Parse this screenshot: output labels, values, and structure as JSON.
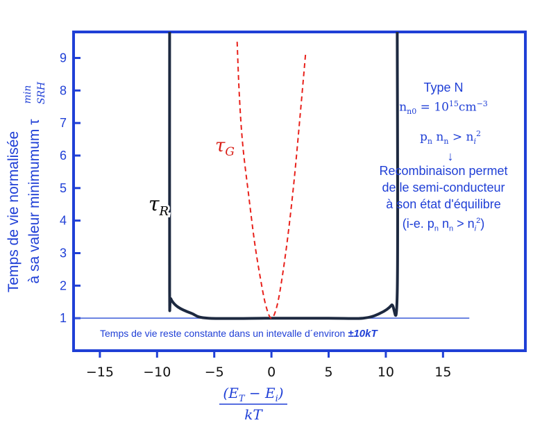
{
  "chart_data": {
    "type": "line",
    "title": "",
    "ylabel_line1": "Temps de vie normalisée",
    "ylabel_line2": "à sa valeur minimumum τ",
    "ylabel_sup": "min",
    "ylabel_sub": "SRH",
    "xlabel_num": "(E",
    "xlabel_num_sub1": "T",
    "xlabel_num_mid": " − E",
    "xlabel_num_sub2": "i",
    "xlabel_num_end": ")",
    "xlabel_den": "kT",
    "xticks": [
      "−15",
      "−10",
      "−5",
      "0",
      "5",
      "10",
      "15"
    ],
    "xtick_values": [
      -15,
      -10,
      -5,
      0,
      5,
      10,
      15
    ],
    "yticks": [
      "1",
      "2",
      "3",
      "4",
      "5",
      "6",
      "7",
      "8",
      "9"
    ],
    "ytick_values": [
      1,
      2,
      3,
      4,
      5,
      6,
      7,
      8,
      9
    ],
    "xlim": [
      -17.3,
      22.2
    ],
    "ylim": [
      0,
      9.8
    ],
    "series": [
      {
        "name": "τR",
        "style": "solid",
        "color": "#1d2940",
        "x": [
          -8.9,
          -8.9,
          -8.8,
          -8.2,
          -7.0,
          -5.5,
          0,
          5,
          8.0,
          9.5,
          10.5,
          11.0,
          11.0
        ],
        "y": [
          9.8,
          1.9,
          1.6,
          1.35,
          1.15,
          1.0,
          1.0,
          1.0,
          1.0,
          1.15,
          1.4,
          1.8,
          9.8
        ]
      },
      {
        "name": "τG",
        "style": "dashed",
        "color": "#e8201a",
        "x": [
          -3.0,
          -2.8,
          -2.5,
          -2.0,
          -1.5,
          -1.0,
          -0.5,
          0.0,
          0.5,
          1.0,
          1.5,
          2.0,
          2.5,
          3.0
        ],
        "y": [
          9.5,
          7.8,
          6.3,
          4.8,
          3.4,
          2.3,
          1.4,
          1.0,
          1.4,
          2.4,
          3.7,
          5.3,
          7.2,
          9.2
        ]
      }
    ],
    "reference_line": {
      "y": 1,
      "color": "#3b5bd8"
    },
    "series_labels": {
      "tau_r": "τ",
      "tau_r_sub": "R",
      "tau_g": "τ",
      "tau_g_sub": "G"
    },
    "annotation_bottom": "Temps de vie reste constante dans un intevalle d´environ ",
    "annotation_bottom_bold": "±10kT",
    "annotation_right": {
      "line1": "Type N",
      "line2_a": "n",
      "line2_sub": "n0",
      "line2_b": " = 10",
      "line2_sup": "15",
      "line2_c": "cm",
      "line2_sup2": "−3",
      "line3_a": "p",
      "line3_sub1": "n",
      "line3_b": " n",
      "line3_sub2": "n",
      "line3_c": " > n",
      "line3_sub3": "i",
      "line3_sup": "2",
      "arrow": "↓",
      "line4": "Recombinaison permet",
      "line5": "de  le semi-conducteur",
      "line6": "à son état d'équilibre",
      "line7_a": "(i-e. p",
      "line7_sub1": "n",
      "line7_b": "  n",
      "line7_sub2": "n",
      "line7_c": " > n",
      "line7_sub3": "i",
      "line7_sup": "2",
      "line7_d": ")"
    },
    "colors": {
      "frame": "#1f3fd6",
      "axis_text": "#1f3fd6",
      "tick_text": "#111111"
    }
  }
}
